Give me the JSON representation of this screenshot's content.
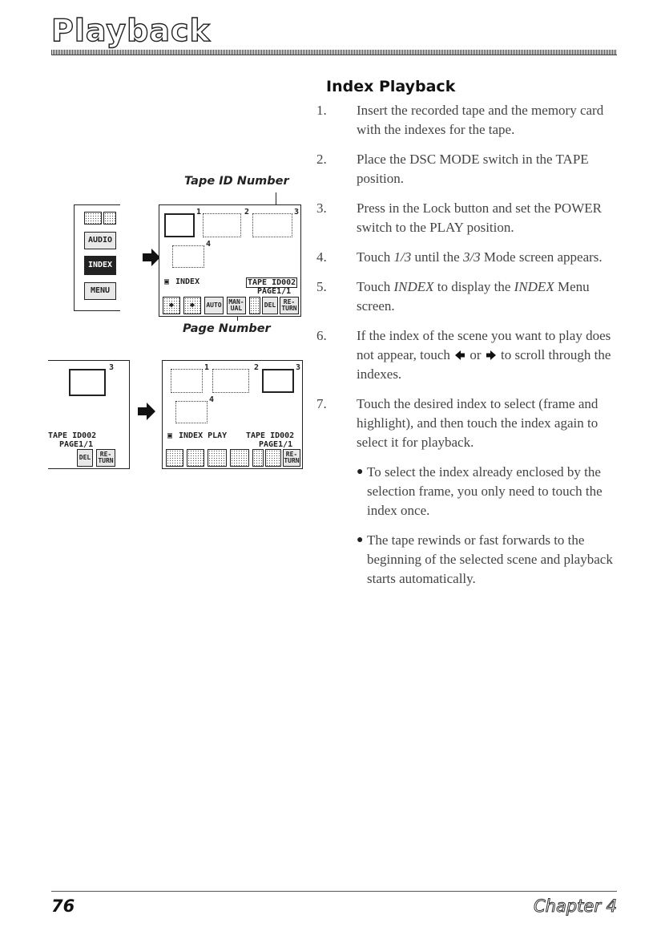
{
  "header": {
    "title": "Playback"
  },
  "section": {
    "title": "Index Playback"
  },
  "steps": [
    {
      "num": "1.",
      "text": "Insert the recorded tape and the memory card with the indexes for the tape."
    },
    {
      "num": "2.",
      "text": "Place the DSC MODE switch in the TAPE position."
    },
    {
      "num": "3.",
      "text": "Press in the Lock button and set the POWER switch to the PLAY position."
    },
    {
      "num": "4.",
      "pre": "Touch ",
      "em1": "1/3",
      "mid": " until the ",
      "em2": "3/3",
      "post": " Mode screen appears."
    },
    {
      "num": "5.",
      "pre": "Touch ",
      "em1": "INDEX",
      "mid": " to display the ",
      "em2": "INDEX",
      "post": " Menu screen."
    },
    {
      "num": "6.",
      "pre": "If the index of the scene you want to play does not appear, touch",
      "mid": "or",
      "post": "to scroll through the indexes."
    },
    {
      "num": "7.",
      "text": "Touch the desired index to select (frame and highlight), and then touch the index again to select it for playback."
    }
  ],
  "bullets": [
    "To select the index already enclosed by the selection frame, you only need to touch the index once.",
    "The tape rewinds or fast forwards to the beginning of the selected scene and playback starts automatically."
  ],
  "illustration": {
    "callout_top": "Tape ID Number",
    "callout_bottom": "Page Number",
    "side_menu": [
      "AUDIO",
      "INDEX",
      "MENU"
    ],
    "index_label": "INDEX",
    "index_play_label": "INDEX PLAY",
    "tape_id": "TAPE ID002",
    "page": "PAGE1/1",
    "thumb_numbers": [
      "1",
      "2",
      "3",
      "4"
    ],
    "btn_auto": "AUTO",
    "btn_manual": "MAN-\nUAL",
    "btn_del": "DEL",
    "btn_return": "RE-\nTURN",
    "partial_tape_id": "TAPE ID002",
    "partial_page": "PAGE1/1"
  },
  "footer": {
    "page_number": "76",
    "chapter": "Chapter 4"
  }
}
